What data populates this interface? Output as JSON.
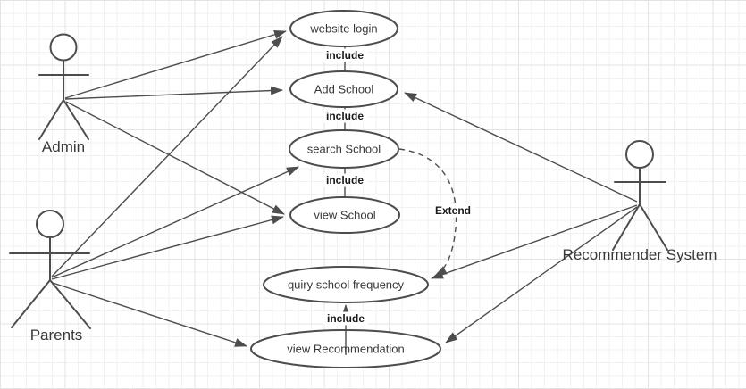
{
  "diagram": {
    "type": "uml-use-case",
    "actors": {
      "admin": {
        "label": "Admin"
      },
      "parents": {
        "label": "Parents"
      },
      "recommender": {
        "label": "Recommender System"
      }
    },
    "use_cases": {
      "website_login": {
        "label": "website login"
      },
      "add_school": {
        "label": "Add School"
      },
      "search_school": {
        "label": "search School"
      },
      "view_school": {
        "label": "view School"
      },
      "quiry_school_frequency": {
        "label": "quiry school frequency"
      },
      "view_recommendation": {
        "label": "view Recommendation"
      }
    },
    "edge_labels": {
      "include_1": "include",
      "include_2": "include",
      "include_3": "include",
      "include_4": "include",
      "extend": "Extend"
    },
    "relationships": [
      {
        "from": "Admin",
        "to": "website login",
        "type": "association"
      },
      {
        "from": "Admin",
        "to": "Add School",
        "type": "association"
      },
      {
        "from": "Admin",
        "to": "view School",
        "type": "association"
      },
      {
        "from": "Parents",
        "to": "website login",
        "type": "association"
      },
      {
        "from": "Parents",
        "to": "search School",
        "type": "association"
      },
      {
        "from": "Parents",
        "to": "view School",
        "type": "association"
      },
      {
        "from": "Parents",
        "to": "view Recommendation",
        "type": "association"
      },
      {
        "from": "Recommender System",
        "to": "Add School",
        "type": "association"
      },
      {
        "from": "Recommender System",
        "to": "quiry school frequency",
        "type": "association"
      },
      {
        "from": "Recommender System",
        "to": "view Recommendation",
        "type": "association"
      },
      {
        "from": "Add School",
        "to": "website login",
        "type": "include"
      },
      {
        "from": "search School",
        "to": "Add School",
        "type": "include"
      },
      {
        "from": "view School",
        "to": "search School",
        "type": "include"
      },
      {
        "from": "view Recommendation",
        "to": "quiry school frequency",
        "type": "include"
      },
      {
        "from": "search School",
        "to": "quiry school frequency",
        "type": "extend"
      }
    ],
    "colors": {
      "stroke": "#4d4d4d",
      "shape_fill": "#ffffff",
      "text": "#383838",
      "grid_minor": "#f1f1f1",
      "grid_major": "#e3e3e3"
    }
  }
}
